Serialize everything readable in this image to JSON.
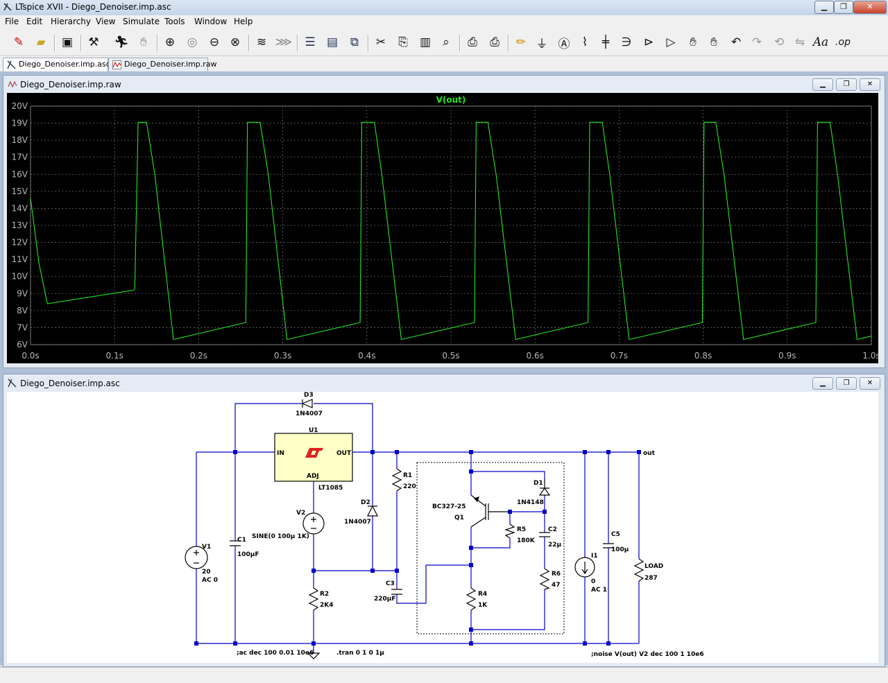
{
  "window": {
    "title": "LTspice XVII - Diego_Denoiser.imp.asc"
  },
  "menu": [
    "File",
    "Edit",
    "Hierarchy",
    "View",
    "Simulate",
    "Tools",
    "Window",
    "Help"
  ],
  "toolbar": {
    "label_tool": "Aa",
    "op_tool": ".op"
  },
  "tabs": [
    {
      "label": "Diego_Denoiser.imp.asc",
      "active": true
    },
    {
      "label": "Diego_Denoiser.imp.raw",
      "active": false
    }
  ],
  "waveform_window": {
    "title": "Diego_Denoiser.imp.raw"
  },
  "schematic_window": {
    "title": "Diego_Denoiser.imp.asc"
  },
  "chart_data": {
    "type": "line",
    "title": "V(out)",
    "xlim": [
      0,
      1
    ],
    "ylim": [
      6,
      20
    ],
    "x_ticks": [
      "0.0s",
      "0.1s",
      "0.2s",
      "0.3s",
      "0.4s",
      "0.5s",
      "0.6s",
      "0.7s",
      "0.8s",
      "0.9s",
      "1.0s"
    ],
    "y_ticks": [
      "6V",
      "7V",
      "8V",
      "9V",
      "10V",
      "11V",
      "12V",
      "13V",
      "14V",
      "15V",
      "16V",
      "17V",
      "18V",
      "19V",
      "20V"
    ],
    "grid": true,
    "series": [
      {
        "name": "V(out)",
        "color": "#22e622",
        "x": [
          0.0,
          0.01,
          0.02,
          0.123,
          0.124,
          0.128,
          0.138,
          0.148,
          0.17,
          0.256,
          0.258,
          0.261,
          0.273,
          0.283,
          0.305,
          0.392,
          0.394,
          0.397,
          0.409,
          0.418,
          0.441,
          0.528,
          0.53,
          0.533,
          0.544,
          0.554,
          0.577,
          0.663,
          0.665,
          0.668,
          0.68,
          0.689,
          0.712,
          0.799,
          0.801,
          0.804,
          0.815,
          0.825,
          0.848,
          0.934,
          0.936,
          0.939,
          0.951,
          0.96,
          0.983,
          1.0
        ],
        "y": [
          14.6,
          10.8,
          8.4,
          9.2,
          9.3,
          19.05,
          19.05,
          15.9,
          6.3,
          7.3,
          19.05,
          19.05,
          19.05,
          15.9,
          6.3,
          7.3,
          19.05,
          19.05,
          19.05,
          15.9,
          6.3,
          7.3,
          19.05,
          19.05,
          19.05,
          15.9,
          6.3,
          7.3,
          19.05,
          19.05,
          19.05,
          15.9,
          6.3,
          7.3,
          19.05,
          19.05,
          19.05,
          15.9,
          6.3,
          7.3,
          19.05,
          19.05,
          19.05,
          15.9,
          6.3,
          6.5
        ]
      }
    ]
  },
  "schematic": {
    "components": {
      "d3_name": "D3",
      "d3_value": "1N4007",
      "u1_name": "U1",
      "u1_in": "IN",
      "u1_out": "OUT",
      "u1_adj": "ADJ",
      "u1_value": "LT1085",
      "v2_name": "V2",
      "v2_value": "SINE(0 100µ 1K)",
      "v1_name": "V1",
      "v1_value": "20",
      "v1_ac": "AC 0",
      "c1_name": "C1",
      "c1_value": "100µF",
      "r1_name": "R1",
      "r1_value": "220",
      "d2_name": "D2",
      "d2_value": "1N4007",
      "r2_name": "R2",
      "r2_value": "2K4",
      "c3_name": "C3",
      "c3_value": "220µF",
      "q1_name": "Q1",
      "q1_value": "BC327-25",
      "d1_name": "D1",
      "d1_value": "1N4148",
      "r5_name": "R5",
      "r5_value": "180K",
      "c2_name": "C2",
      "c2_value": "22µ",
      "r6_name": "R6",
      "r6_value": "47",
      "r4_name": "R4",
      "r4_value": "1K",
      "i1_name": "I1",
      "i1_value": "0",
      "i1_ac": "AC 1",
      "c5_name": "C5",
      "c5_value": "100µ",
      "load_name": "LOAD",
      "load_value": "287",
      "out_label": "out"
    },
    "directives": {
      "ac": ";ac dec 100 0.01 10e6",
      "tran": ".tran 0 1 0 1µ",
      "noise": ";noise V(out) V2 dec 100 1 10e6"
    }
  }
}
